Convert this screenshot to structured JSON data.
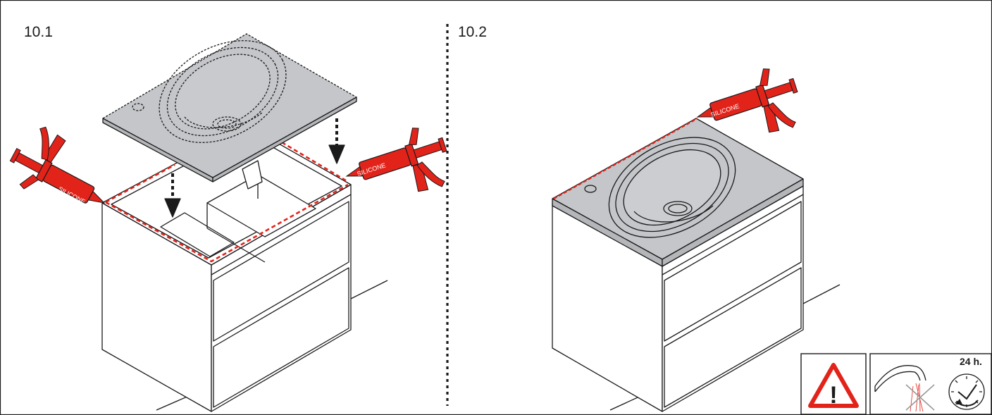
{
  "steps": [
    {
      "id": "10.1",
      "label": "10.1"
    },
    {
      "id": "10.2",
      "label": "10.2"
    }
  ],
  "tool_label": "SILICONE",
  "cure_time_label": "24 h.",
  "warning_symbol": "!",
  "icons": [
    "silicone-gun-icon",
    "down-arrow-icon",
    "warning-triangle-icon",
    "no-water-tap-icon",
    "clock-icon"
  ],
  "colors": {
    "line": "#1a1a1a",
    "countertop": "#c4c6c9",
    "silicone_gun": "#e2231a",
    "silicone_bead": "#e2231a"
  }
}
